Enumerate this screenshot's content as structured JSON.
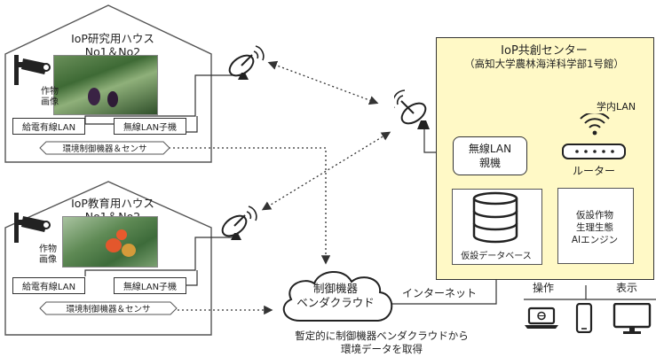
{
  "house_research": {
    "title_line1": "IoP研究用ハウス",
    "title_line2": "No1＆No2",
    "crop_label_line1": "作物",
    "crop_label_line2": "画像",
    "wired_lan": "給電有線LAN",
    "wireless_child": "無線LAN子機",
    "sensor_label": "環境制御機器＆センサ"
  },
  "house_education": {
    "title_line1": "IoP教育用ハウス",
    "title_line2": "No1＆No2",
    "crop_label_line1": "作物",
    "crop_label_line2": "画像",
    "wired_lan": "給電有線LAN",
    "wireless_child": "無線LAN子機",
    "sensor_label": "環境制御機器＆センサ"
  },
  "center": {
    "title": "IoP共創センター",
    "subtitle": "（高知大学農林海洋科学部1号館）",
    "campus_lan": "学内LAN",
    "wireless_parent_line1": "無線LAN",
    "wireless_parent_line2": "親機",
    "router": "ルーター",
    "database": "仮設データベース",
    "ai_line1": "仮設作物",
    "ai_line2": "生理生態",
    "ai_line3": "AIエンジン"
  },
  "cloud": {
    "line1": "制御機器",
    "line2": "ベンダクラウド",
    "internet": "インターネット",
    "caption_line1": "暫定的に制御機器ベンダクラウドから",
    "caption_line2": "環境データを取得"
  },
  "devices": {
    "operate": "操作",
    "display": "表示"
  },
  "icons": [
    "camera-icon",
    "antenna-icon",
    "wifi-icon",
    "database-icon",
    "laptop-icon",
    "smartphone-icon",
    "monitor-icon",
    "cloud-icon"
  ]
}
